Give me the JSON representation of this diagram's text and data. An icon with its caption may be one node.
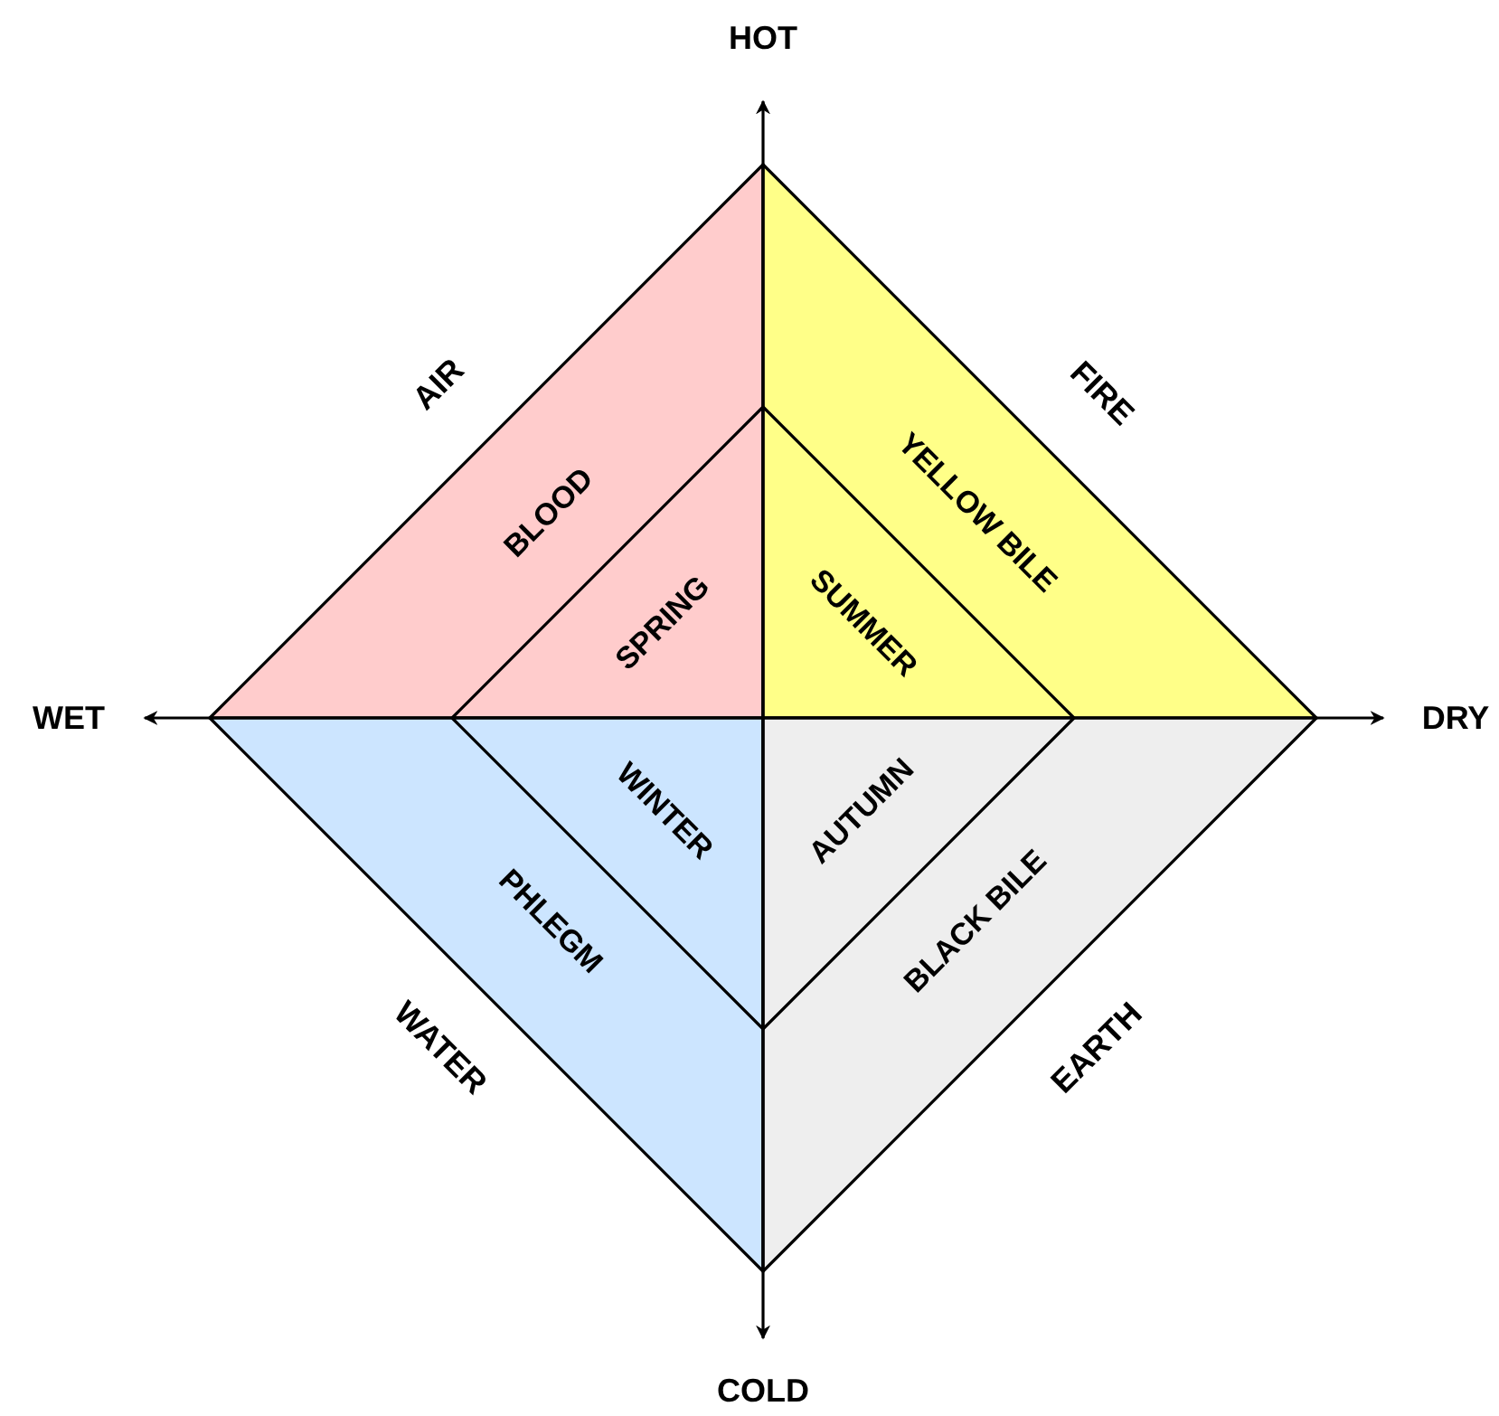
{
  "diagram": {
    "nodes": [
      {
        "text": [
          "BLOOD"
        ]
      },
      {
        "text": [
          "SPRING"
        ],
        "in": 0
      },
      {
        "text": [
          "YELLOW BILE"
        ]
      },
      {
        "text": [
          "SUMMER"
        ],
        "in": 2
      },
      {
        "text": [
          "PHLEGM"
        ]
      },
      {
        "text": [
          "WINTER"
        ],
        "in": 4
      },
      {
        "text": [
          "BLACK BILE"
        ]
      },
      {
        "text": [
          "AUTUMN"
        ],
        "in": 6
      }
    ],
    "edges": [],
    "labels": [
      "HOT",
      "AIR",
      "FIRE",
      "WET",
      "DRY",
      "WATER",
      "EARTH",
      "COLD"
    ]
  }
}
